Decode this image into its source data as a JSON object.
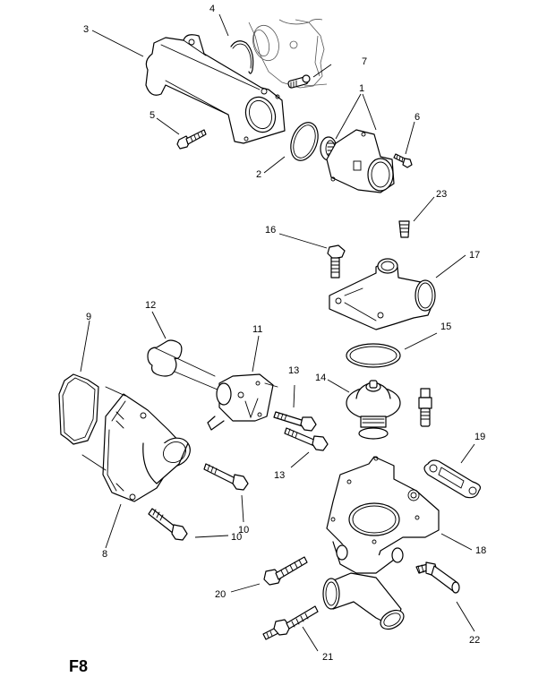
{
  "figure": {
    "label": "F8"
  },
  "parts": [
    {
      "id": "1",
      "label": "1"
    },
    {
      "id": "2",
      "label": "2"
    },
    {
      "id": "3",
      "label": "3"
    },
    {
      "id": "4",
      "label": "4"
    },
    {
      "id": "5",
      "label": "5"
    },
    {
      "id": "6",
      "label": "6"
    },
    {
      "id": "7",
      "label": "7"
    },
    {
      "id": "8",
      "label": "8"
    },
    {
      "id": "9",
      "label": "9"
    },
    {
      "id": "10a",
      "label": "10"
    },
    {
      "id": "10b",
      "label": "10"
    },
    {
      "id": "11",
      "label": "11"
    },
    {
      "id": "12",
      "label": "12"
    },
    {
      "id": "13a",
      "label": "13"
    },
    {
      "id": "13b",
      "label": "13"
    },
    {
      "id": "14",
      "label": "14"
    },
    {
      "id": "15",
      "label": "15"
    },
    {
      "id": "16",
      "label": "16"
    },
    {
      "id": "17",
      "label": "17"
    },
    {
      "id": "18",
      "label": "18"
    },
    {
      "id": "19",
      "label": "19"
    },
    {
      "id": "20",
      "label": "20"
    },
    {
      "id": "21",
      "label": "21"
    },
    {
      "id": "22",
      "label": "22"
    },
    {
      "id": "23",
      "label": "23"
    }
  ]
}
